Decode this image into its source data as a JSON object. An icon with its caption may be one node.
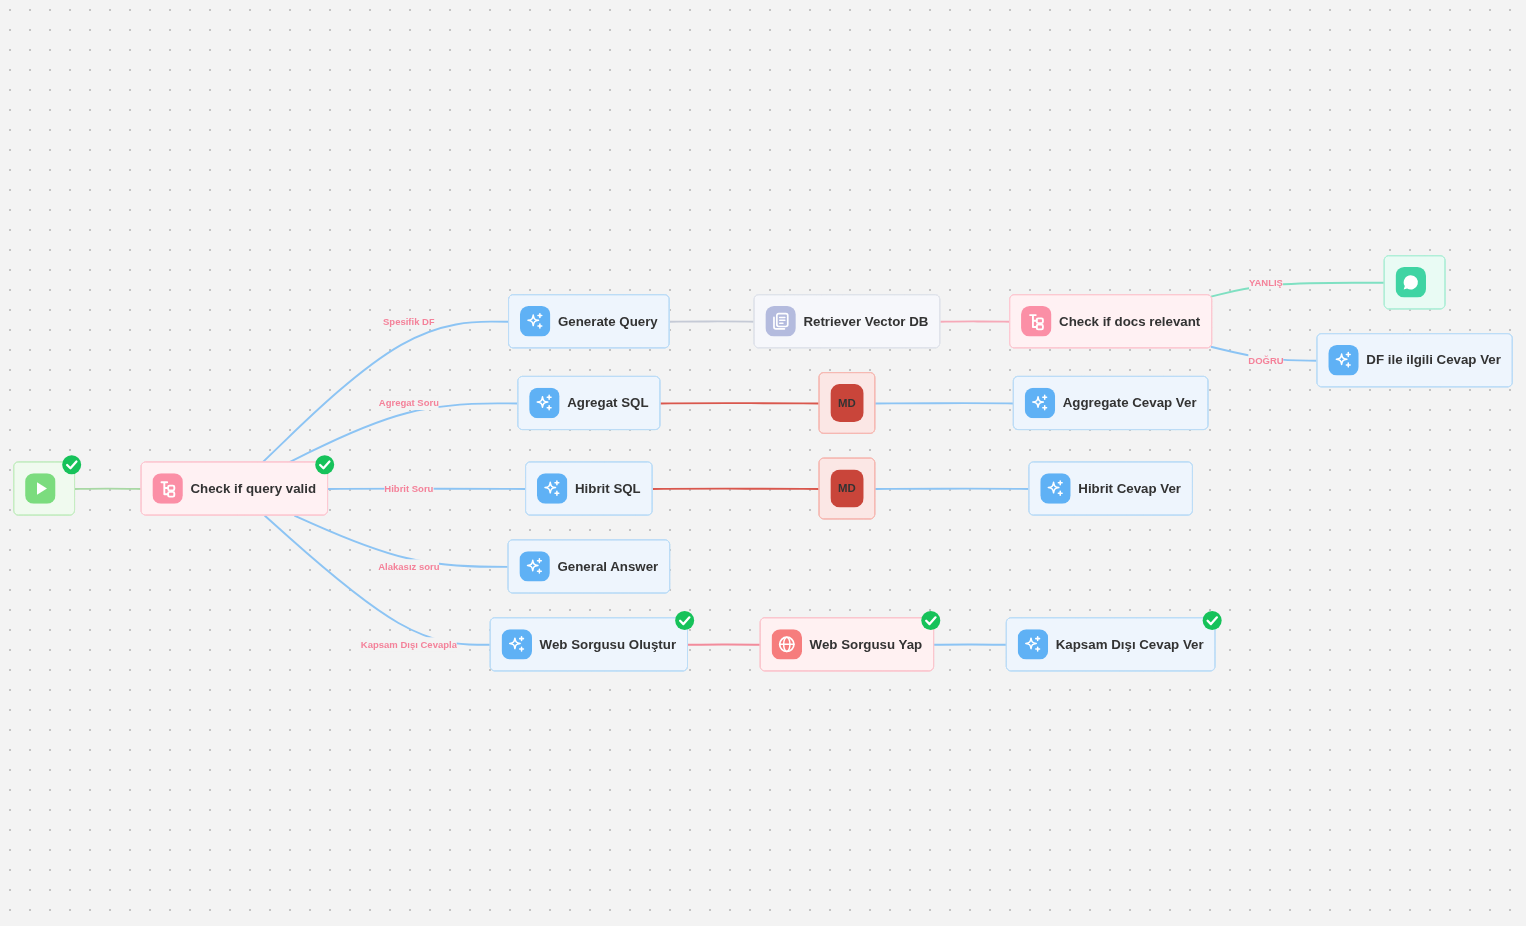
{
  "diagram": {
    "nodes": [
      {
        "text": [],
        "shape": "box"
      },
      {
        "text": [
          "Check if query valid"
        ]
      },
      {
        "text": [
          "Generate Query"
        ]
      },
      {
        "text": [
          "Retriever Vector DB"
        ]
      },
      {
        "text": [
          "Check if docs relevant"
        ]
      },
      {
        "text": [],
        "shape": "box"
      },
      {
        "text": [
          "DF ile ilgili Cevap Ver"
        ]
      },
      {
        "text": [
          "Agregat SQL"
        ]
      },
      {
        "text": [
          "MD"
        ]
      },
      {
        "text": [
          "Aggregate Cevap Ver"
        ]
      },
      {
        "text": [
          "Hibrit SQL"
        ]
      },
      {
        "text": [
          "MD"
        ]
      },
      {
        "text": [
          "Hibrit Cevap Ver"
        ]
      },
      {
        "text": [
          "General Answer"
        ]
      },
      {
        "text": [
          "Web Sorgusu Oluştur"
        ]
      },
      {
        "text": [
          "Web Sorgusu Yap"
        ]
      },
      {
        "text": [
          "Kapsam Dışı Cevap Ver"
        ]
      }
    ],
    "edges": [
      {
        "from": 0,
        "to": 1,
        "arrow": "none",
        "color": "#a8d8a4"
      },
      {
        "from": 1,
        "to": 2,
        "arrow": "none",
        "label": "Spesifik DF"
      },
      {
        "from": 2,
        "to": 3,
        "arrow": "none",
        "color": "#c5cad6"
      },
      {
        "from": 3,
        "to": 4,
        "arrow": "none",
        "color": "#f6a9b8"
      },
      {
        "from": 4,
        "to": 5,
        "arrow": "none",
        "label": "YANLIŞ",
        "color": "#7fe0c2"
      },
      {
        "from": 4,
        "to": 6,
        "arrow": "none",
        "label": "DOĞRU"
      },
      {
        "from": 1,
        "to": 7,
        "arrow": "none",
        "label": "Agregat Soru"
      },
      {
        "from": 7,
        "to": 8,
        "arrow": "none",
        "color": "#d9574d"
      },
      {
        "from": 8,
        "to": 9,
        "arrow": "none"
      },
      {
        "from": 1,
        "to": 10,
        "arrow": "none",
        "label": "Hibrit Soru"
      },
      {
        "from": 10,
        "to": 11,
        "arrow": "none",
        "color": "#d9574d"
      },
      {
        "from": 11,
        "to": 12,
        "arrow": "none"
      },
      {
        "from": 1,
        "to": 13,
        "arrow": "none",
        "label": "Alakasız soru"
      },
      {
        "from": 1,
        "to": 14,
        "arrow": "none",
        "label": "Kapsam Dışı Cevapla"
      },
      {
        "from": 14,
        "to": 15,
        "arrow": "none",
        "color": "#f28b9b"
      },
      {
        "from": 15,
        "to": 16,
        "arrow": "none"
      }
    ]
  }
}
